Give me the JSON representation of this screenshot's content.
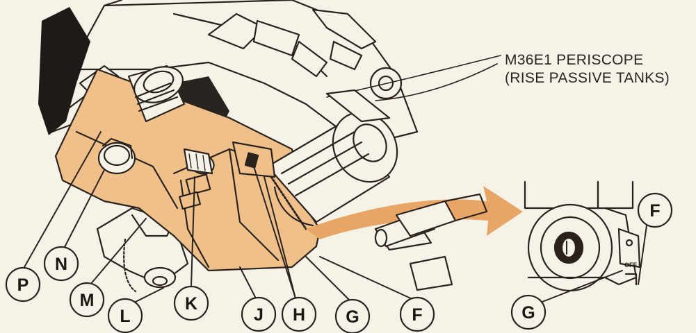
{
  "caption": {
    "line1": "M36E1 PERISCOPE",
    "line2": "(RISE PASSIVE TANKS)"
  },
  "inset": {
    "switch_label": "OFF"
  },
  "callouts": [
    {
      "id": "P",
      "label": "P"
    },
    {
      "id": "N",
      "label": "N"
    },
    {
      "id": "M",
      "label": "M"
    },
    {
      "id": "L",
      "label": "L"
    },
    {
      "id": "K",
      "label": "K"
    },
    {
      "id": "J",
      "label": "J"
    },
    {
      "id": "H",
      "label": "H"
    },
    {
      "id": "G",
      "label": "G"
    },
    {
      "id": "F",
      "label": "F"
    },
    {
      "id": "G2",
      "label": "G"
    },
    {
      "id": "F2",
      "label": "F"
    }
  ],
  "colors": {
    "body": "#efc08a",
    "line": "#2a221d",
    "arrow": "#e7a665",
    "paper": "#f6f2e8",
    "shadow": "#1e1a18"
  }
}
